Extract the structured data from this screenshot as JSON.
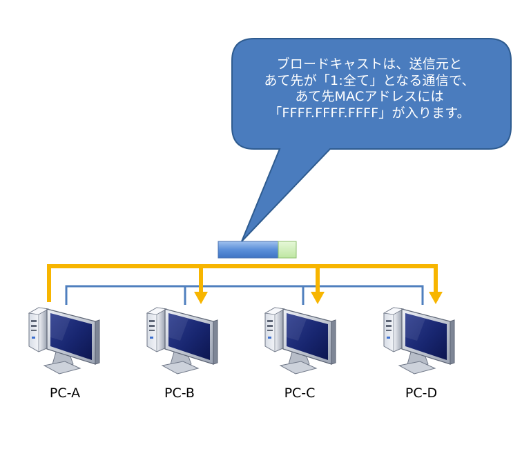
{
  "callout": {
    "lines": [
      "ブロードキャストは、送信元と",
      "あて先が「1:全て」となる通信で、",
      "あて先MACアドレスには",
      "「FFFF.FFFF.FFFF」が入ります。"
    ]
  },
  "colors": {
    "callout_fill": "#4A7CBE",
    "callout_stroke": "#2E5B8F",
    "broadcast_arrow": "#F7B500",
    "lan_line": "#4F7FBE",
    "frame_header": "#4F86D8",
    "frame_trailer": "#CDEFB5"
  },
  "pcs": [
    {
      "label": "PC-A",
      "icon": "desktop-computer-icon"
    },
    {
      "label": "PC-B",
      "icon": "desktop-computer-icon"
    },
    {
      "label": "PC-C",
      "icon": "desktop-computer-icon"
    },
    {
      "label": "PC-D",
      "icon": "desktop-computer-icon"
    }
  ]
}
